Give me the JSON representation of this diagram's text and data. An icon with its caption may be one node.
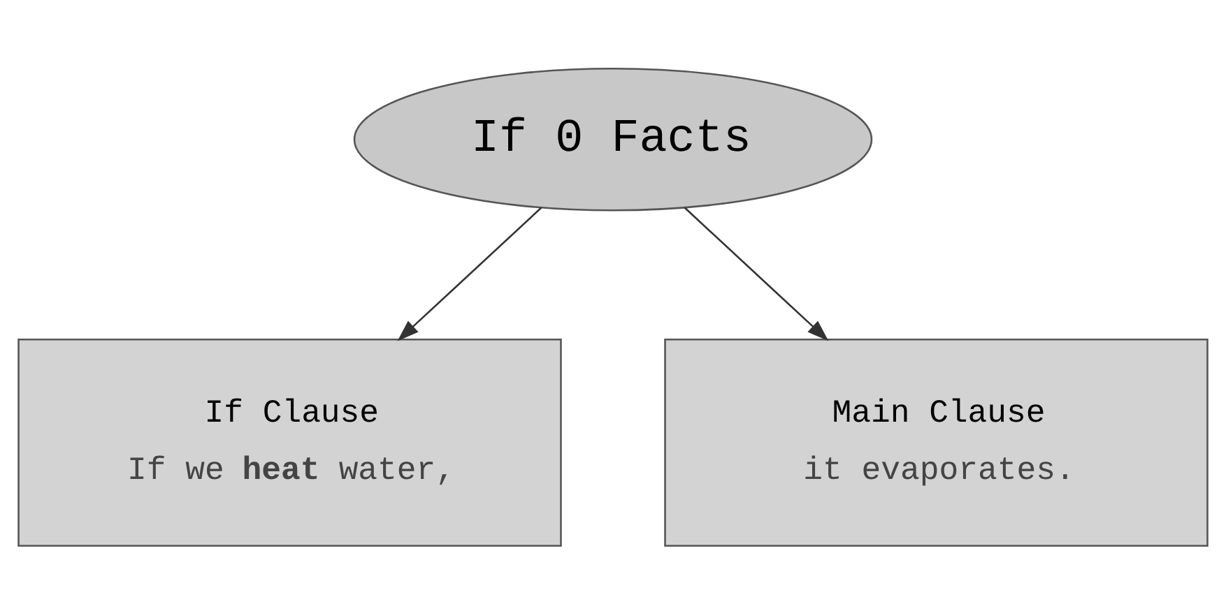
{
  "diagram": {
    "nodes": [
      {
        "text": [
          "If 0 Facts"
        ]
      },
      {
        "text": [
          "If Clause",
          "If we **heat** water,"
        ]
      },
      {
        "text": [
          "Main Clause",
          "it evaporates."
        ]
      }
    ],
    "edges": [
      {
        "from": 0,
        "to": 1,
        "arrow": "to"
      },
      {
        "from": 0,
        "to": 2,
        "arrow": "to"
      }
    ]
  }
}
